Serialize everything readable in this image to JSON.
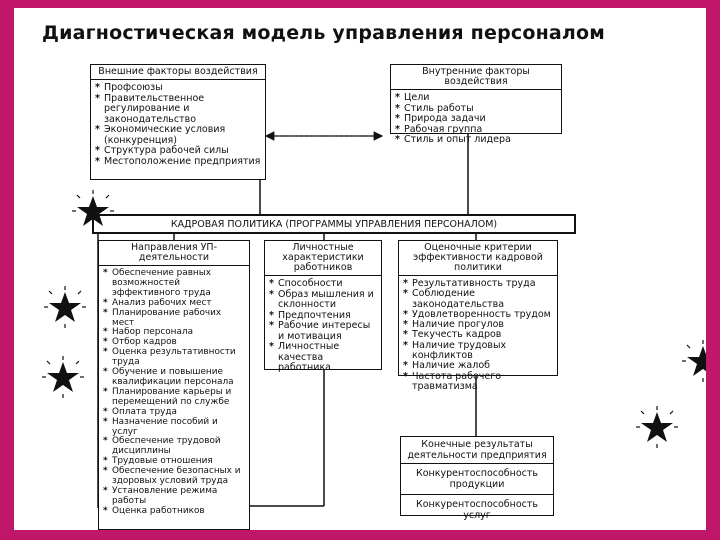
{
  "title": "Диагностическая модель управления персоналом",
  "external": {
    "header": "Внешние факторы воздействия",
    "items": [
      "Профсоюзы",
      "Правительственное регулирование и законодательство",
      "Экономические условия (конкуренция)",
      "Структура рабочей силы",
      "Местоположение предприятия"
    ]
  },
  "internal": {
    "header": "Внутренние факторы воздействия",
    "items": [
      "Цели",
      "Стиль работы",
      "Природа задачи",
      "Рабочая группа",
      "Стиль и опыт лидера"
    ]
  },
  "policy": {
    "header": "КАДРОВАЯ ПОЛИТИКА (ПРОГРАММЫ УПРАВЛЕНИЯ ПЕРСОНАЛОМ)"
  },
  "directions": {
    "header": "Направления УП-деятельности",
    "items": [
      "Обеспечение равных возможностей эффективного труда",
      "Анализ рабочих мест",
      "Планирование рабочих мест",
      "Набор персонала",
      "Отбор кадров",
      "Оценка результативности труда",
      "Обучение и повышение квалификации персонала",
      "Планирование карьеры и перемещений по службе",
      "Оплата труда",
      "Назначение пособий и услуг",
      "Обеспечение трудовой дисциплины",
      "Трудовые отношения",
      "Обеспечение безопасных и здоровых условий труда",
      "Установление режима работы",
      "Оценка работников"
    ]
  },
  "personal": {
    "header": "Личностные характеристики работников",
    "items": [
      "Способности",
      "Образ мышления и склонности",
      "Предпочтения",
      "Рабочие интересы и мотивация",
      "Личностные качества работника"
    ]
  },
  "criteria": {
    "header": "Оценочные критерии эффективности кадровой политики",
    "items": [
      "Результативность труда",
      "Соблюдение законодательства",
      "Удовлетворенность трудом",
      "Наличие прогулов",
      "Текучесть кадров",
      "Наличие трудовых конфликтов",
      "Наличие жалоб",
      "Частота рабочего травматизма"
    ]
  },
  "results": {
    "header": "Конечные результаты деятельности предприятия",
    "items": [
      "Конкурентоспособность продукции",
      "Конкурентоспособность услуг"
    ]
  },
  "colors": {
    "frame": "#c0176a",
    "background": "#ffffff",
    "ink": "#111111"
  }
}
